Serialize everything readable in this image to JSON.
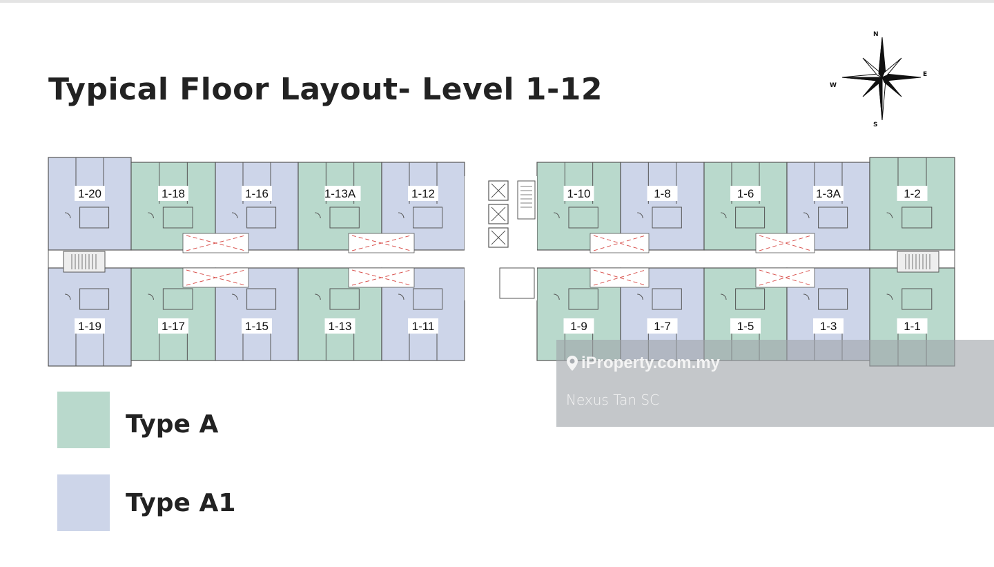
{
  "title": "Typical Floor Layout- Level 1-12",
  "compass": {
    "n": "N",
    "s": "S",
    "e": "E",
    "w": "W"
  },
  "colors": {
    "type_a": "#b9d9cc",
    "type_a1": "#cdd5e9",
    "wall": "#555555",
    "void_x": "#d9534f"
  },
  "units": {
    "top": [
      {
        "label": "1-20",
        "type": "a1"
      },
      {
        "label": "1-18",
        "type": "a"
      },
      {
        "label": "1-16",
        "type": "a1"
      },
      {
        "label": "1-13A",
        "type": "a"
      },
      {
        "label": "1-12",
        "type": "a1"
      },
      {
        "label": "1-10",
        "type": "a"
      },
      {
        "label": "1-8",
        "type": "a1"
      },
      {
        "label": "1-6",
        "type": "a"
      },
      {
        "label": "1-3A",
        "type": "a1"
      },
      {
        "label": "1-2",
        "type": "a"
      }
    ],
    "bottom": [
      {
        "label": "1-19",
        "type": "a1"
      },
      {
        "label": "1-17",
        "type": "a"
      },
      {
        "label": "1-15",
        "type": "a1"
      },
      {
        "label": "1-13",
        "type": "a"
      },
      {
        "label": "1-11",
        "type": "a1"
      },
      {
        "label": "1-9",
        "type": "a"
      },
      {
        "label": "1-7",
        "type": "a1"
      },
      {
        "label": "1-5",
        "type": "a"
      },
      {
        "label": "1-3",
        "type": "a1"
      },
      {
        "label": "1-1",
        "type": "a"
      }
    ]
  },
  "legend": [
    {
      "label": "Type A",
      "type": "a"
    },
    {
      "label": "Type A1",
      "type": "a1"
    }
  ],
  "watermark": {
    "brand": "iProperty.com.my",
    "agent": "Nexus Tan SC"
  }
}
